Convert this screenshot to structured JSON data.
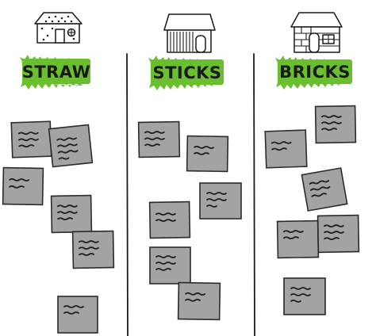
{
  "columns": [
    {
      "id": "straw",
      "label": "STRAW",
      "house_icon": "straw-house-icon"
    },
    {
      "id": "sticks",
      "label": "STICKS",
      "house_icon": "stick-house-icon"
    },
    {
      "id": "bricks",
      "label": "BRICKS",
      "house_icon": "brick-house-icon"
    }
  ],
  "colors": {
    "label_highlight": "#6abf2e",
    "sticky_note": "#a3a3a3",
    "ink": "#1a1a1a"
  }
}
